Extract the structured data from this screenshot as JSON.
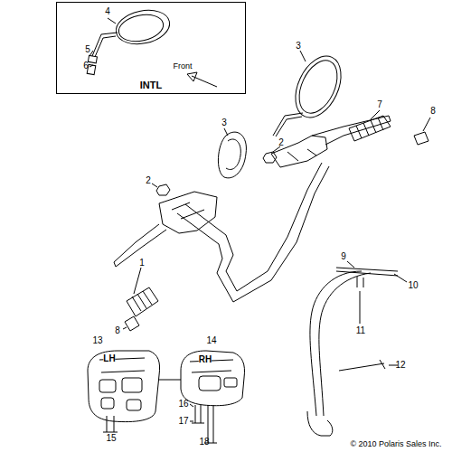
{
  "diagram": {
    "nodes": [
      {
        "text": [
          "INTL"
        ]
      }
    ],
    "labels": [
      "4",
      "5",
      "6",
      "Front",
      "3",
      "7",
      "8",
      "3",
      "2",
      "2",
      "1",
      "8",
      "9",
      "10",
      "11",
      "12",
      "13",
      "LH",
      "14",
      "RH",
      "16",
      "17",
      "15",
      "18",
      "© 2010 Polaris Sales Inc."
    ]
  }
}
